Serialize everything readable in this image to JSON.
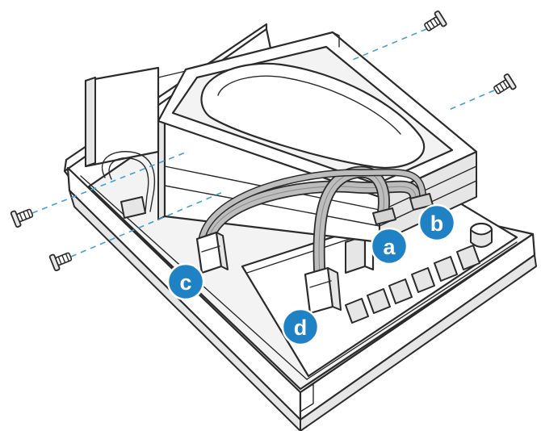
{
  "diagram": {
    "markers": [
      {
        "id": "a",
        "label": "a",
        "color": "#1e82c4"
      },
      {
        "id": "b",
        "label": "b",
        "color": "#1e82c4"
      },
      {
        "id": "c",
        "label": "c",
        "color": "#1e82c4"
      },
      {
        "id": "d",
        "label": "d",
        "color": "#1e82c4"
      }
    ],
    "screws": [
      {
        "id": "top-right-upper"
      },
      {
        "id": "top-right-lower"
      },
      {
        "id": "left-upper"
      },
      {
        "id": "left-lower"
      }
    ],
    "colors": {
      "marker": "#1e82c4",
      "guide_line": "#3fa0d6",
      "cable": "#bdbdbd",
      "outline": "#2b2b2b"
    }
  }
}
